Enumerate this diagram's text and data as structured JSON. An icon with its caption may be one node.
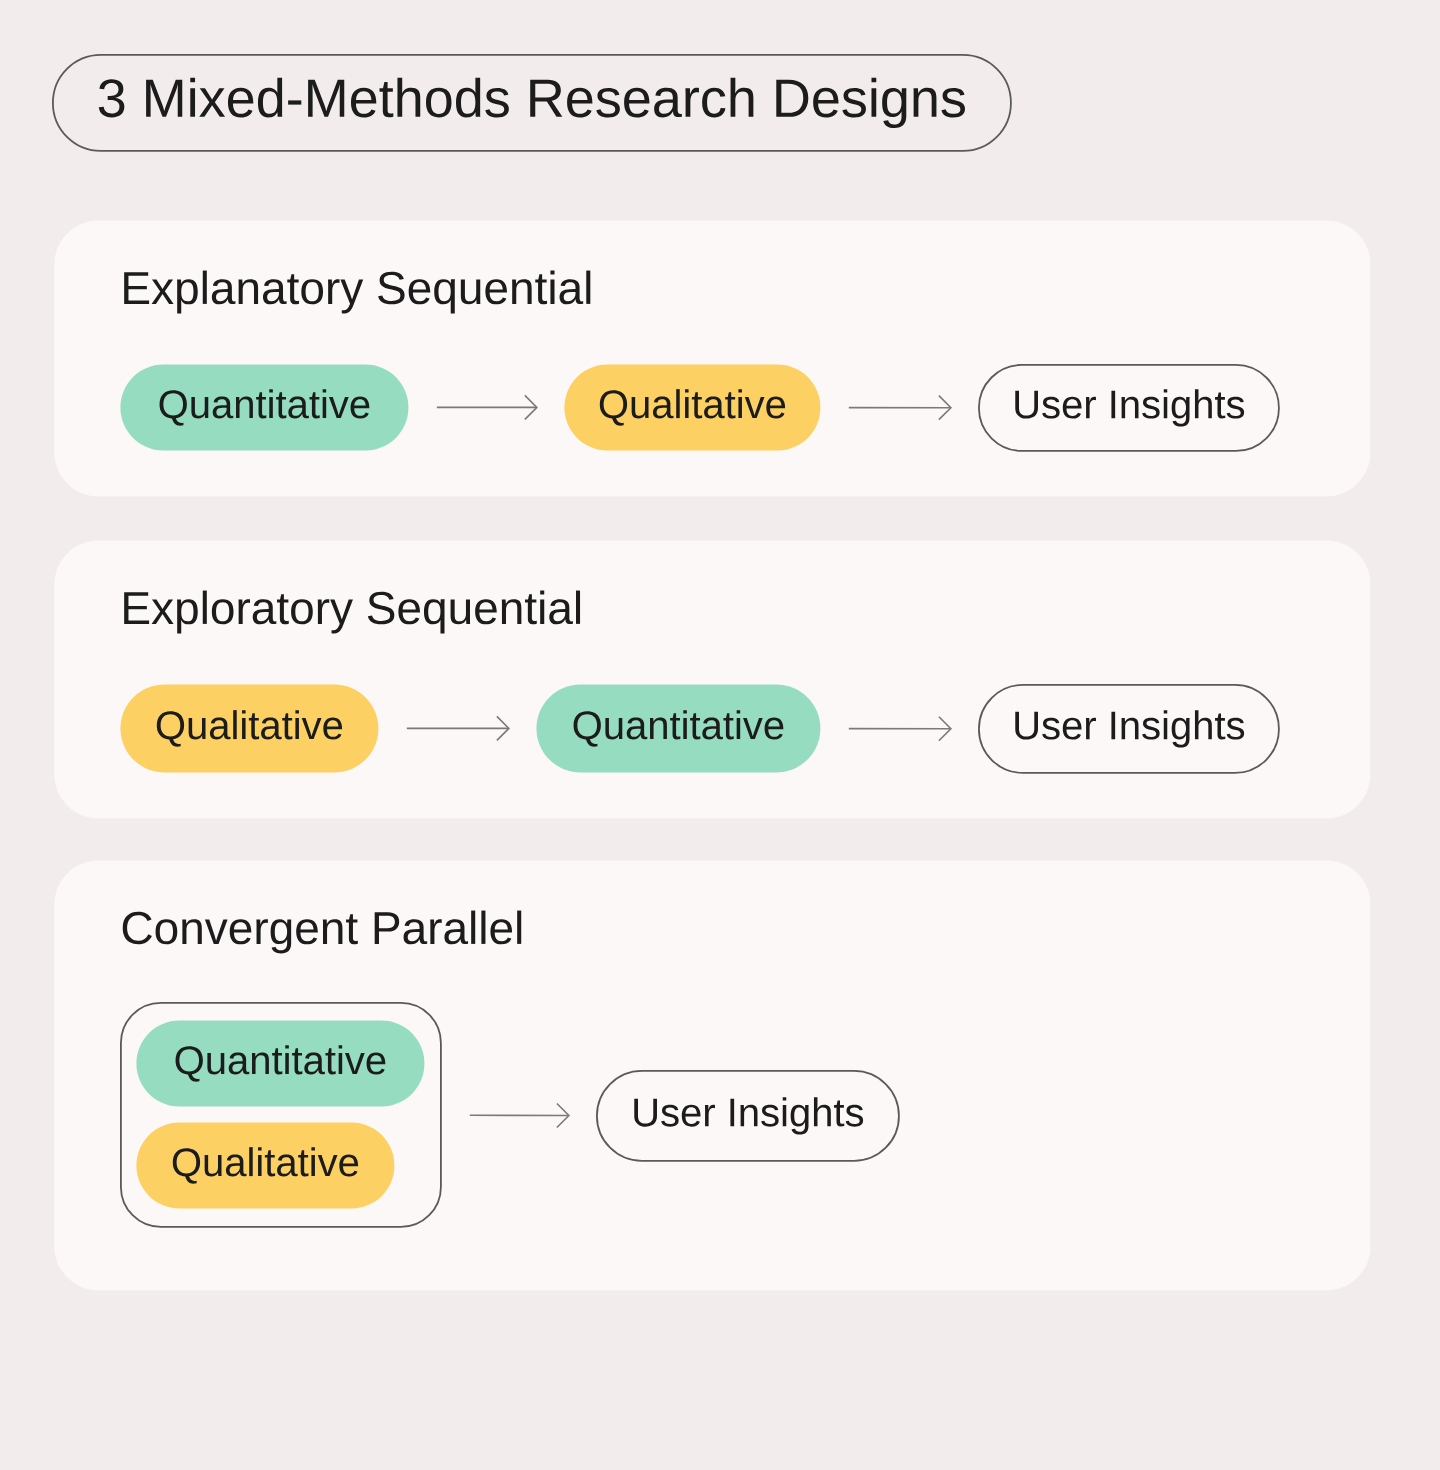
{
  "diagram": {
    "title": "3 Mixed-Methods Research Designs",
    "nodes": [
      {
        "text": [
          "Explanatory Sequential"
        ]
      },
      {
        "text": [
          "Quantitative"
        ],
        "in": 0
      },
      {
        "text": [
          "Qualitative"
        ],
        "in": 0
      },
      {
        "text": [
          "User Insights"
        ],
        "in": 0
      },
      {
        "text": [
          "Exploratory Sequential"
        ]
      },
      {
        "text": [
          "Qualitative"
        ],
        "in": 4
      },
      {
        "text": [
          "Quantitative"
        ],
        "in": 4
      },
      {
        "text": [
          "User Insights"
        ],
        "in": 4
      },
      {
        "text": [
          "Convergent Parallel"
        ]
      },
      {
        "text": [],
        "shape": "box",
        "in": 8
      },
      {
        "text": [
          "Quantitative"
        ],
        "in": 9
      },
      {
        "text": [
          "Qualitative"
        ],
        "in": 9
      },
      {
        "text": [
          "User Insights"
        ],
        "in": 8
      }
    ],
    "edges": [
      {
        "from": 1,
        "to": 2,
        "arrow": "to"
      },
      {
        "from": 2,
        "to": 3,
        "arrow": "to"
      },
      {
        "from": 5,
        "to": 6,
        "arrow": "to"
      },
      {
        "from": 6,
        "to": 7,
        "arrow": "to"
      },
      {
        "from": 9,
        "to": 12,
        "arrow": "to"
      }
    ]
  }
}
